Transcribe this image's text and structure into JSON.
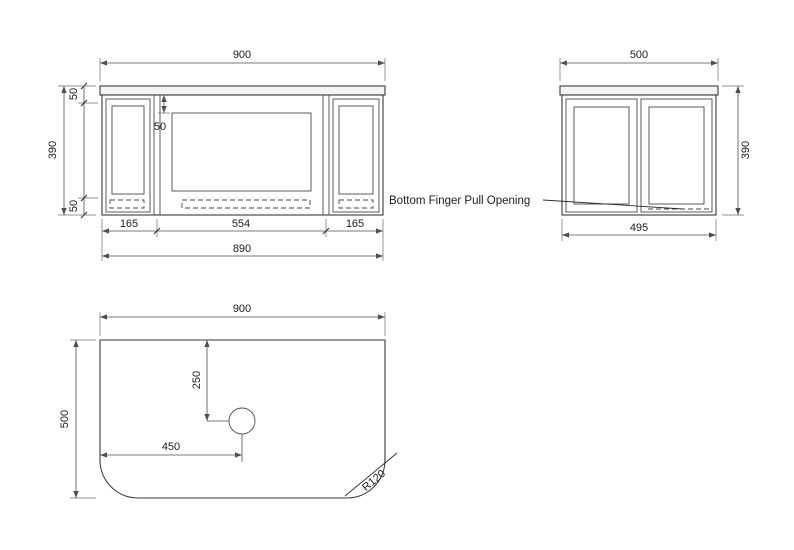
{
  "drawing": {
    "kind": "cabinet-dimension-drawing",
    "colors": {
      "line": "#3a3a3a",
      "dimension": "#4f4f4f",
      "text": "#1c1c1c",
      "background": "#ffffff"
    },
    "front_view": {
      "dim_top_width": "900",
      "dim_overall_height": "390",
      "dim_top_section": "50",
      "dim_bottom_section": "50",
      "dim_panel_reveal": "50",
      "dim_left_door_width": "165",
      "dim_center_width": "554",
      "dim_right_door_width": "165",
      "dim_carcass_width": "890"
    },
    "side_view": {
      "dim_top_depth": "500",
      "dim_overall_height": "390",
      "dim_carcass_depth": "495"
    },
    "plan_view": {
      "dim_top_width": "900",
      "dim_depth": "500",
      "dim_hole_from_top": "250",
      "dim_hole_from_left": "450",
      "dim_corner_radius": "R120"
    },
    "labels": {
      "finger_pull_note": "Bottom Finger Pull Opening"
    }
  }
}
